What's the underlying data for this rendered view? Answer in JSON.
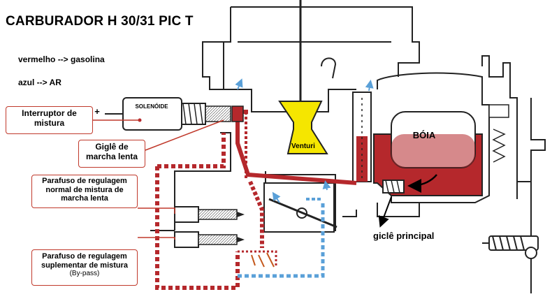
{
  "title": "CARBURADOR H 30/31 PIC T",
  "legend": {
    "line1": "vermelho --> gasolina",
    "line2": "azul --> AR"
  },
  "labels": {
    "solenoide": "SOLENÓIDE",
    "plus": "+",
    "interruptor_line1": "Interruptor de",
    "interruptor_line2": "mistura",
    "gigle_line1": "Giglê de",
    "gigle_line2": "marcha lenta",
    "parafuso1_line1": "Parafuso de regulagem",
    "parafuso1_line2": "normal de mistura de",
    "parafuso1_line3": "marcha lenta",
    "parafuso2_line1": "Parafuso de regulagem",
    "parafuso2_line2": "suplementar de mistura",
    "parafuso2_line3": "(By-pass)",
    "venturi": "Venturi",
    "boia": "BÓIA",
    "giclê_principal": "giclê principal"
  },
  "colors": {
    "fuel": "#b5282c",
    "air": "#5aa0d8",
    "venturi": "#f5e600",
    "callout_border": "#c0392b",
    "outline": "#222222"
  }
}
